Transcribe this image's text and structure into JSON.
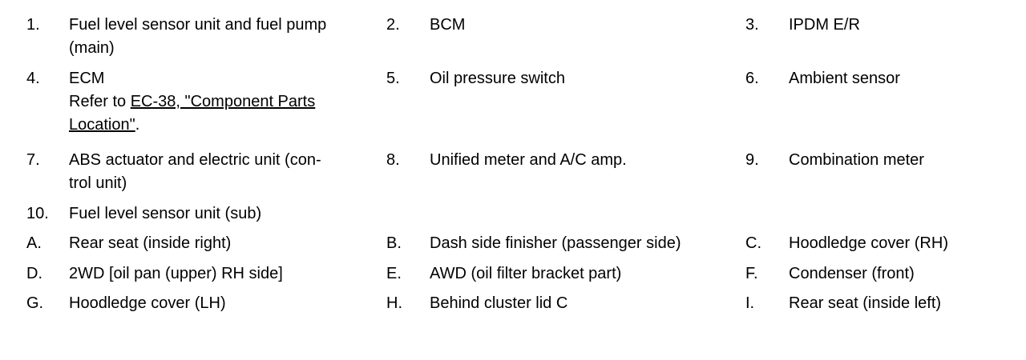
{
  "legend": {
    "row1": {
      "n1": "1.",
      "d1a": "Fuel level sensor unit and fuel pump",
      "d1b": "(main)",
      "n2": "2.",
      "d2": "BCM",
      "n3": "3.",
      "d3": "IPDM E/R"
    },
    "row2": {
      "n1": "4.",
      "d1a": "ECM",
      "d1b_prefix": "Refer to ",
      "d1b_link": "EC-38, \"Component Parts ",
      "d1c_link": "Location\"",
      "d1c_suffix": ".",
      "n2": "5.",
      "d2": "Oil pressure switch",
      "n3": "6.",
      "d3": "Ambient sensor"
    },
    "row3": {
      "n1": "7.",
      "d1a": "ABS actuator and electric unit (con-",
      "d1b": "trol unit)",
      "n2": "8.",
      "d2": "Unified meter and A/C amp.",
      "n3": "9.",
      "d3": "Combination meter"
    },
    "row4": {
      "n1": "10.",
      "d1": "Fuel level sensor unit (sub)"
    },
    "row5": {
      "n1": "A.",
      "d1": "Rear seat (inside right)",
      "n2": "B.",
      "d2": "Dash side finisher (passenger side)",
      "n3": "C.",
      "d3": "Hoodledge cover (RH)"
    },
    "row6": {
      "n1": "D.",
      "d1": "2WD [oil pan (upper) RH side]",
      "n2": "E.",
      "d2": "AWD (oil filter bracket part)",
      "n3": "F.",
      "d3": "Condenser (front)"
    },
    "row7": {
      "n1": "G.",
      "d1": "Hoodledge cover (LH)",
      "n2": "H.",
      "d2": "Behind cluster lid C",
      "n3": "I.",
      "d3": "Rear seat (inside left)"
    }
  }
}
